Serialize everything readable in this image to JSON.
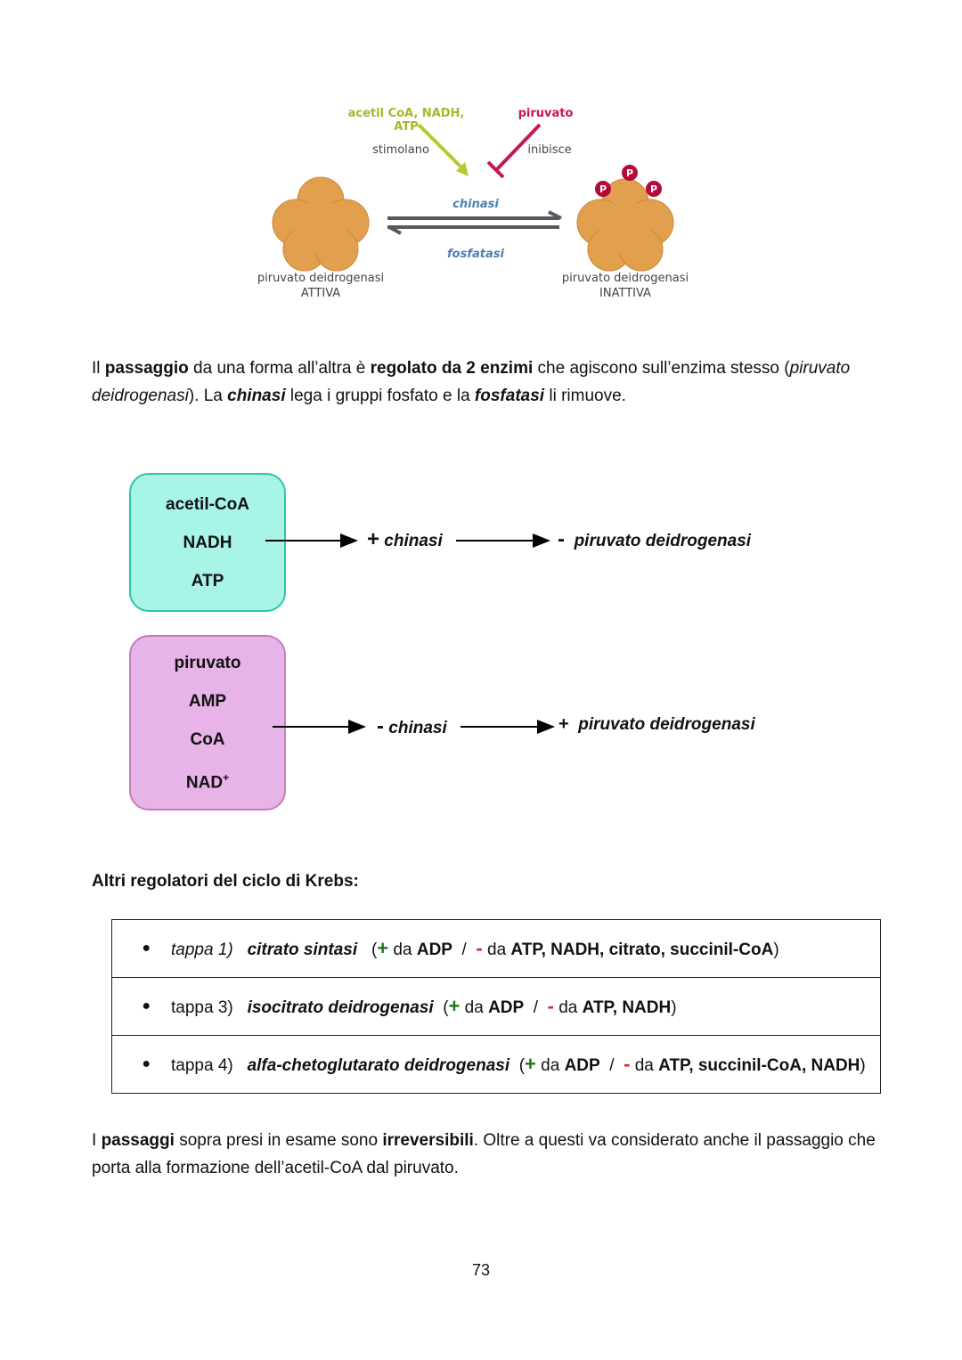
{
  "figure": {
    "top_left_label": "acetil CoA, NADH, ATP",
    "top_right_label": "piruvato",
    "stimolano": "stimolano",
    "inibisce": "inibisce",
    "chinasi": "chinasi",
    "fosfatasi": "fosfatasi",
    "left_name": "piruvato deidrogenasi",
    "left_state": "ATTIVA",
    "right_name": "piruvato deidrogenasi",
    "right_state": "INATTIVA",
    "phosphate": "P",
    "colors": {
      "enzyme": "#e2a04f",
      "stimulate": "#b8c832",
      "inhibit": "#c8174f",
      "phosphate": "#b30a3a",
      "enzyme_label": "#4a7fb0"
    }
  },
  "para1": {
    "t1": "Il ",
    "b1": "passaggio",
    "t2": " da una forma all’altra è ",
    "b2": "regolato da 2 enzimi",
    "t3": " che agiscono sull’enzima stesso (",
    "i1": "piruvato deidrogenasi",
    "t4": "). La ",
    "bi1": "chinasi",
    "t5": " lega i gruppi fosfato e la ",
    "bi2": "fosfatasi",
    "t6": " li rimuove."
  },
  "scheme": {
    "box1": [
      "acetil-CoA",
      "NADH",
      "ATP"
    ],
    "box2": [
      "piruvato",
      "AMP",
      "CoA",
      "NAD"
    ],
    "nad_sup": "+",
    "row1": {
      "sign1": "+",
      "enzyme1": "chinasi",
      "sign2": "-",
      "enzyme2": "piruvato deidrogenasi"
    },
    "row2": {
      "sign1": "-",
      "enzyme1": "chinasi",
      "sign2": "+",
      "enzyme2": "piruvato deidrogenasi"
    },
    "colors": {
      "box1_bg": "#a8f5e7",
      "box1_border": "#2ec4a8",
      "box2_bg": "#e8b3e6",
      "box2_border": "#c07ec0"
    }
  },
  "heading": "Altri regolatori del ciclo di Krebs:",
  "regulators": [
    {
      "step": "tappa 1)",
      "enzyme": "citrato sintasi",
      "open": "(",
      "plus": "+",
      "da1": " da ",
      "act": "ADP",
      "slash": "  /  ",
      "minus": "-",
      "da2": " da ",
      "inh": "ATP, NADH, citrato, succinil-CoA",
      "close": ")"
    },
    {
      "step": "tappa 3)",
      "enzyme": "isocitrato deidrogenasi",
      "open": "(",
      "plus": "+",
      "da1": " da ",
      "act": "ADP",
      "slash": "  /  ",
      "minus": "-",
      "da2": " da ",
      "inh": "ATP, NADH",
      "close": ")"
    },
    {
      "step": "tappa 4)",
      "enzyme": "alfa-chetoglutarato deidrogenasi",
      "open": "(",
      "plus": "+",
      "da1": " da ",
      "act": "ADP",
      "slash": "  /  ",
      "minus": "-",
      "da2": " da ",
      "inh": "ATP, succinil-CoA, NADH",
      "close": ")"
    }
  ],
  "para2": {
    "t1": "I ",
    "b1": "passaggi",
    "t2": " sopra presi in esame sono ",
    "b2": "irreversibili",
    "t3": ". Oltre a questi va considerato anche il passaggio che porta alla formazione dell’acetil-CoA dal piruvato."
  },
  "page_number": "73"
}
